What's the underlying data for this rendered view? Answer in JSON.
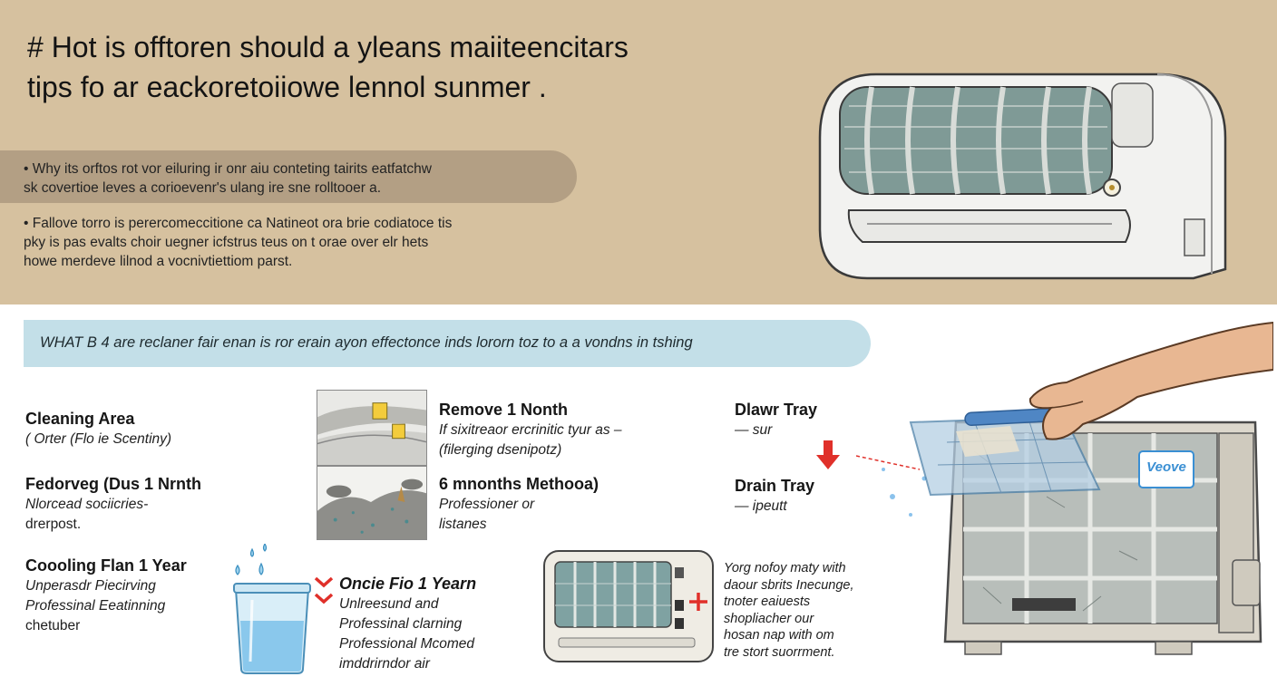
{
  "header": {
    "title_line1": "# Hot is offtoren should a yleans maiiteencitars",
    "title_line2": "tips fo ar eackoretoiiowe lennol sunmer ."
  },
  "intro": {
    "bullet1_line1": "• Why its orftos rot vor eiluring ir onr aiu conteting tairits eatfatchw",
    "bullet1_line2": "sk covertioe leves a corioevenr's ulang ire sne rolltooer a.",
    "bullet2_line1": "• Fallove torro is perercomeccitione ca Natineot ora brie codiatoce tis",
    "bullet2_line2": "pky is pas evalts choir uegner icfstrus teus on t orae over elr hets",
    "bullet2_line3": "howe merdeve lilnod a vocnivtiettiom parst."
  },
  "banner": {
    "text": "WHAT B 4 are reclaner fair enan is ror erain ayon effectonce inds lororn toz to a a vondns in tshing"
  },
  "schedule": {
    "col1": [
      {
        "heading": "Cleaning Area",
        "lines": [
          "( Orter (Flo ie Scentiny)"
        ]
      },
      {
        "heading": "Fedorveg (Dus 1 Nrnth",
        "lines": [
          "Nlorcead sociicries-",
          "drerpost."
        ]
      },
      {
        "heading": "Coooling Flan 1 Year",
        "lines": [
          "Unperasdr Piecirving",
          "Professinal Eeatinning",
          "chetuber"
        ]
      }
    ],
    "col2": [
      {
        "heading": "Remove 1 Nonth",
        "lines": [
          "If sixitreaor ercrinitic tyur as –",
          "(filerging dsenipotz)"
        ]
      },
      {
        "heading": "6 mnonths Methooa)",
        "lines": [
          "Professioner    or",
          "listanes"
        ]
      },
      {
        "heading": "Oncie Fio 1 Yearn",
        "lines": [
          "Unlreesund and",
          "Professinal clarning",
          "Professional Mcomed",
          "imddrirndor air"
        ]
      }
    ],
    "col3": [
      {
        "heading": "Dlawr Tray",
        "lines": [
          "— sur"
        ]
      },
      {
        "heading": "Drain Tray",
        "lines": [
          "— ipeutt"
        ]
      }
    ],
    "note_lines": [
      "Yorg nofoy maty with",
      "daour sbrits Inecunge,",
      "tnoter eaiuests",
      "shopliacher our",
      "hosan nap with om",
      "tre stort suorrment."
    ]
  },
  "outdoor_unit": {
    "badge": "Veove"
  },
  "colors": {
    "top_bg": "#d6c19f",
    "bullet_band": "#b39f84",
    "banner_bg": "#c3dfe8",
    "accent_red": "#e0302a",
    "badge_blue": "#3a8fd3"
  }
}
